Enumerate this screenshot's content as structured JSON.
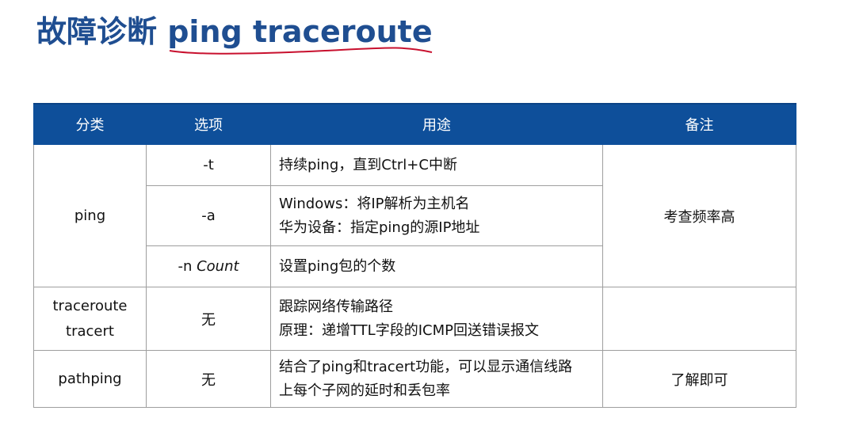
{
  "title": "故障诊断 ping traceroute",
  "table": {
    "headers": [
      "分类",
      "选项",
      "用途",
      "备注"
    ],
    "rows": [
      {
        "category": "ping",
        "option": "-t",
        "usage": [
          "持续ping，直到Ctrl+C中断"
        ],
        "note": "考查频率高"
      },
      {
        "option": "-a",
        "usage": [
          "Windows：将IP解析为主机名",
          "华为设备：指定ping的源IP地址"
        ]
      },
      {
        "option_prefix": "-n ",
        "option_italic": "Count",
        "usage": [
          "设置ping包的个数"
        ]
      },
      {
        "category_lines": [
          "traceroute",
          "tracert"
        ],
        "option": "无",
        "usage": [
          "跟踪网络传输路径",
          "原理：递增TTL字段的ICMP回送错误报文"
        ]
      },
      {
        "category": "pathping",
        "option": "无",
        "usage": [
          "结合了ping和tracert功能，可以显示通信线路",
          "上每个子网的延时和丢包率"
        ],
        "note": "了解即可"
      }
    ]
  },
  "colors": {
    "title": "#1f4e91",
    "header_bg": "#0e4f9a",
    "underline": "#c8102e"
  }
}
